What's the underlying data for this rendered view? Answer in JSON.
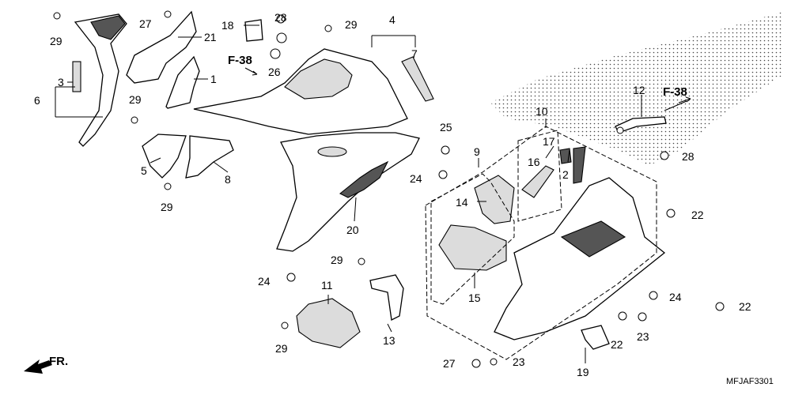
{
  "diagram": {
    "callouts": {
      "c1": "1",
      "c2": "2",
      "c3": "3",
      "c4": "4",
      "c5": "5",
      "c6": "6",
      "c7": "7",
      "c8": "8",
      "c9": "9",
      "c10": "10",
      "c11": "11",
      "c12": "12",
      "c13": "13",
      "c14": "14",
      "c15": "15",
      "c16": "16",
      "c17": "17",
      "c18": "18",
      "c19": "19",
      "c20": "20",
      "c21": "21",
      "c22a": "22",
      "c22b": "22",
      "c22c": "22",
      "c23a": "23",
      "c23b": "23",
      "c24a": "24",
      "c24b": "24",
      "c24c": "24",
      "c25": "25",
      "c26": "26",
      "c27a": "27",
      "c27b": "27",
      "c28a": "28",
      "c28b": "28",
      "c29a": "29",
      "c29b": "29",
      "c29c": "29",
      "c29d": "29",
      "c29e": "29",
      "c29f": "29"
    },
    "refs": {
      "r1": "F-38",
      "r2": "F-38"
    },
    "front_label": "FR.",
    "code": "MFJAF3301"
  }
}
